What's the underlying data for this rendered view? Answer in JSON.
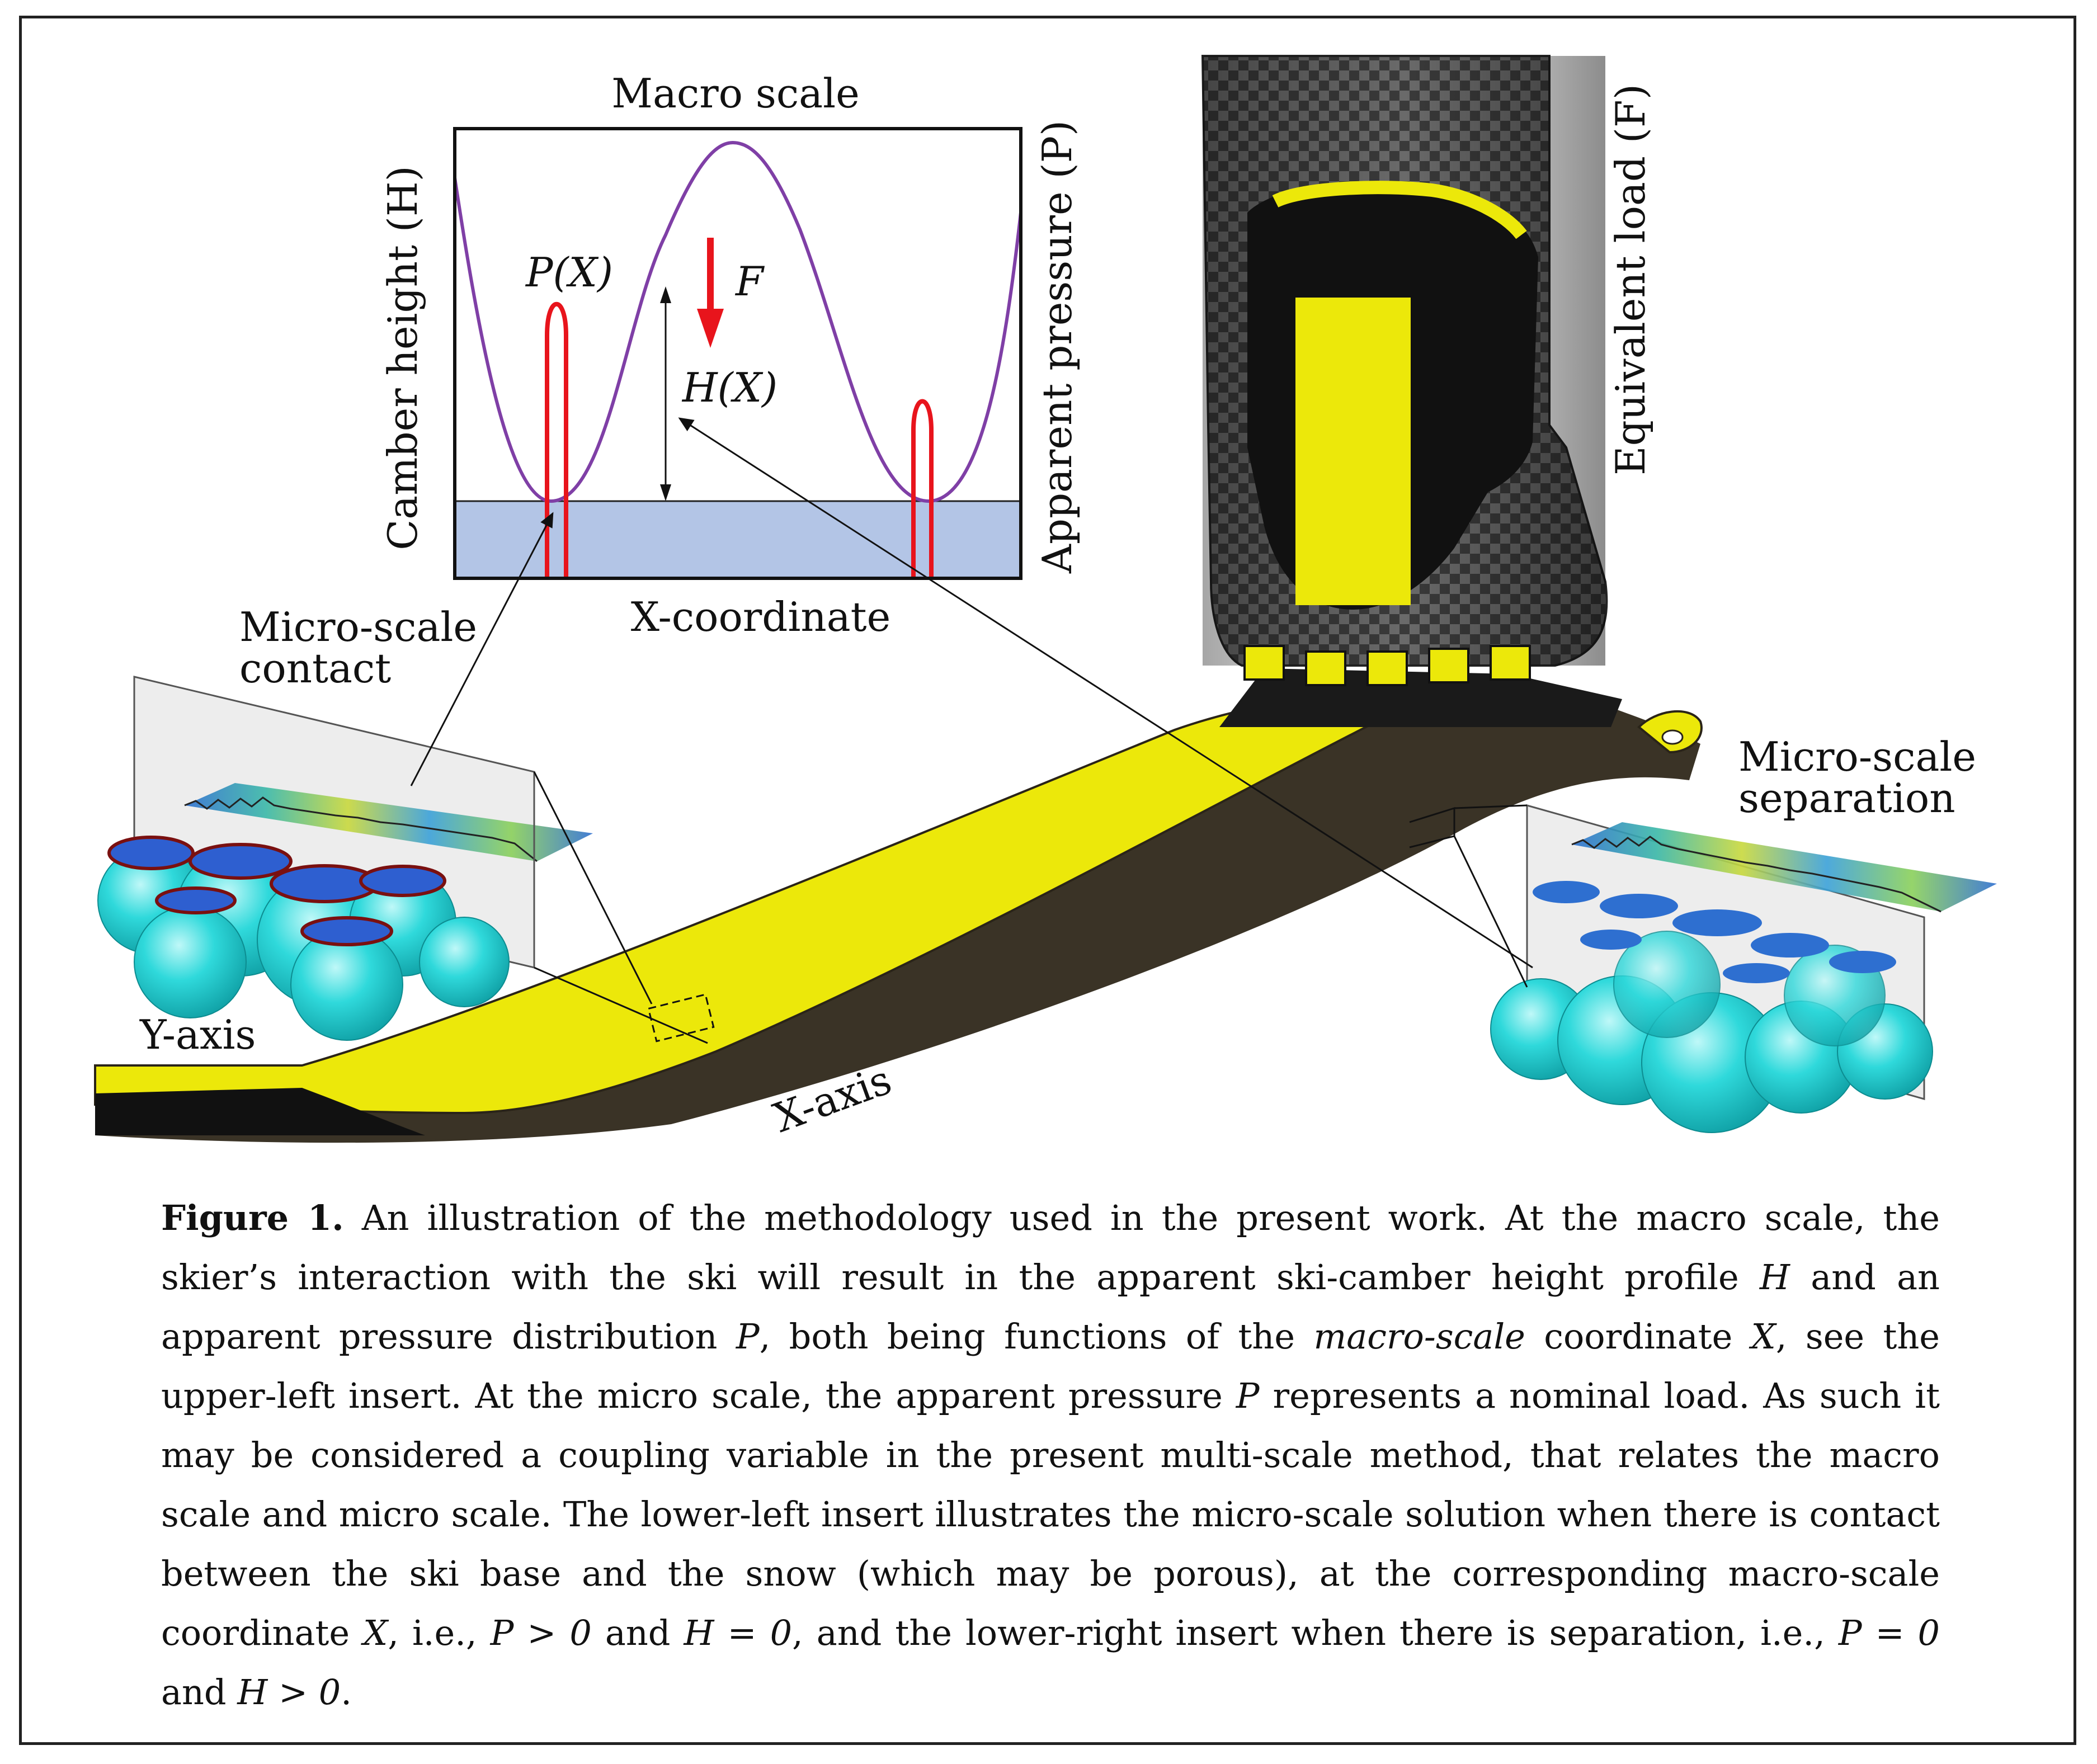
{
  "labels": {
    "macro_scale": "Macro scale",
    "camber_height": "Camber height (H)",
    "apparent_pressure": "Apparent pressure (P)",
    "x_coordinate": "X-coordinate",
    "p_of_x": "P(X)",
    "h_of_x": "H(X)",
    "force": "F",
    "equivalent_load": "Equivalent load (F)",
    "micro_contact_line1": "Micro-scale",
    "micro_contact_line2": "contact",
    "micro_separation_line1": "Micro-scale",
    "micro_separation_line2": "separation",
    "y_axis": "Y-axis",
    "x_axis": "X-axis"
  },
  "caption": {
    "figure_label": "Figure 1.",
    "s1": " An illustration of the methodology used in the present work. At the macro scale, the skier’s interaction with the ski will result in the apparent ski-camber height profile ",
    "h1": "H",
    "s2": " and an apparent pressure distribution ",
    "p1": "P",
    "s3": ", both being functions of the ",
    "em": "macro-scale",
    "s4": " coordinate ",
    "x1": "X",
    "s5": ", see the upper-left insert. At the micro scale, the apparent pressure ",
    "p2": "P",
    "s6": " represents a nominal load. As such it may be considered a coupling variable in the present multi-scale method, that relates the macro scale and micro scale. The lower-left insert illustrates the micro-scale solution when there is contact between the ski base and the snow (which may be porous), at the corresponding macro-scale coordinate ",
    "x2": "X",
    "s7": ", i.e., ",
    "c1": "P > 0",
    "s8": " and ",
    "c2": "H = 0",
    "s9": ", and the lower-right insert when there is separation, i.e., ",
    "c3": "P = 0",
    "s10": " and ",
    "c4": "H > 0",
    "s11": "."
  },
  "colors": {
    "ski_yellow": "#ece80a",
    "ski_dark": "#3a3326",
    "boot_dark": "#2b2b2b",
    "pressure_red": "#e8141c",
    "camber_purple": "#7f3fa6",
    "snow_blue": "#b3c5e6",
    "ice_cyan": "#29d6d8"
  }
}
